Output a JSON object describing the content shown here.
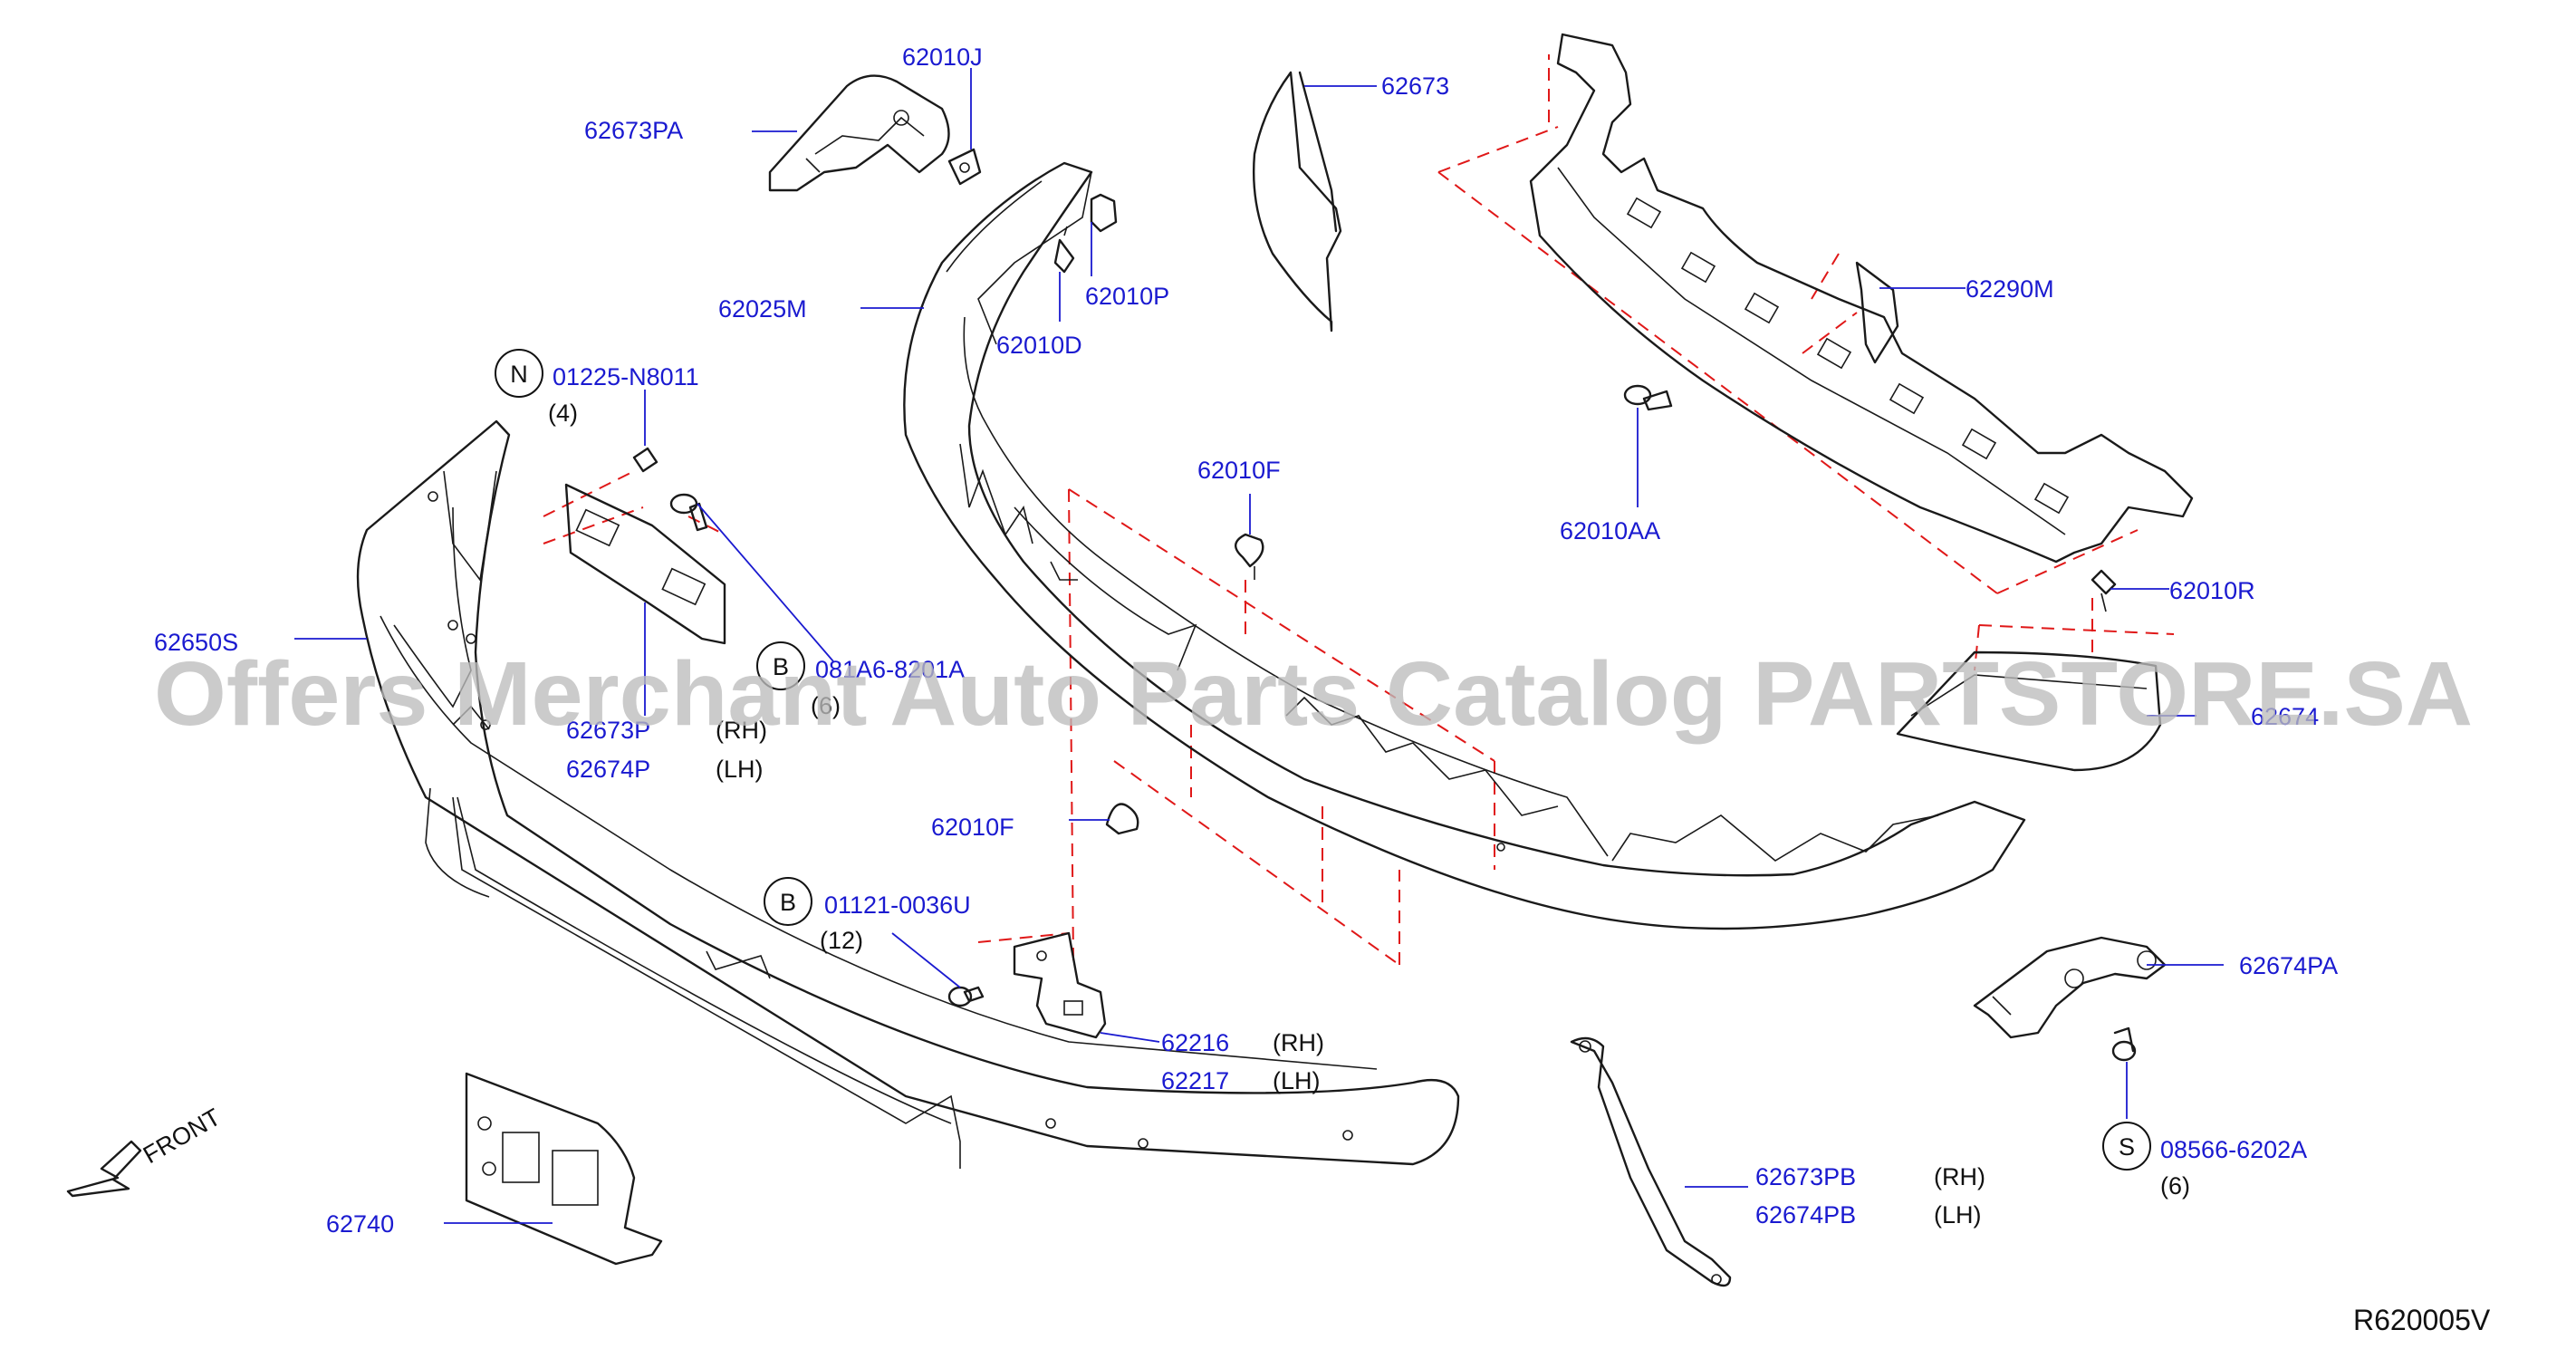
{
  "diagram_code": "R620005V",
  "watermark": "Offers Merchant Auto Parts Catalog PARTSTORE.SA",
  "direction_label": "FRONT",
  "parts": {
    "p_62010J": "62010J",
    "p_62673PA": "62673PA",
    "p_62673": "62673",
    "p_62025M": "62025M",
    "p_62010P": "62010P",
    "p_62010D": "62010D",
    "p_62290M": "62290M",
    "p_62010AA": "62010AA",
    "p_62010F_top": "62010F",
    "p_62010F_bottom": "62010F",
    "p_62010R": "62010R",
    "p_62674": "62674",
    "p_62650S": "62650S",
    "p_62673P": "62673P",
    "p_62674P": "62674P",
    "p_62216": "62216",
    "p_62217": "62217",
    "p_62674PA": "62674PA",
    "p_62673PB": "62673PB",
    "p_62674PB": "62674PB",
    "p_62740": "62740"
  },
  "side_labels": {
    "rh": "(RH)",
    "lh": "(LH)"
  },
  "fasteners": {
    "n": {
      "badge": "N",
      "part": "01225-N8011",
      "qty": "(4)"
    },
    "b1": {
      "badge": "B",
      "part": "081A6-8201A",
      "qty": "(6)"
    },
    "b2": {
      "badge": "B",
      "part": "01121-0036U",
      "qty": "(12)"
    },
    "s": {
      "badge": "S",
      "part": "08566-6202A",
      "qty": "(6)"
    }
  },
  "colors": {
    "part_number": "#1a1ad0",
    "dashed_lines": "#e01818",
    "outline": "#1a1a1a",
    "watermark": "#bdbdbd"
  }
}
